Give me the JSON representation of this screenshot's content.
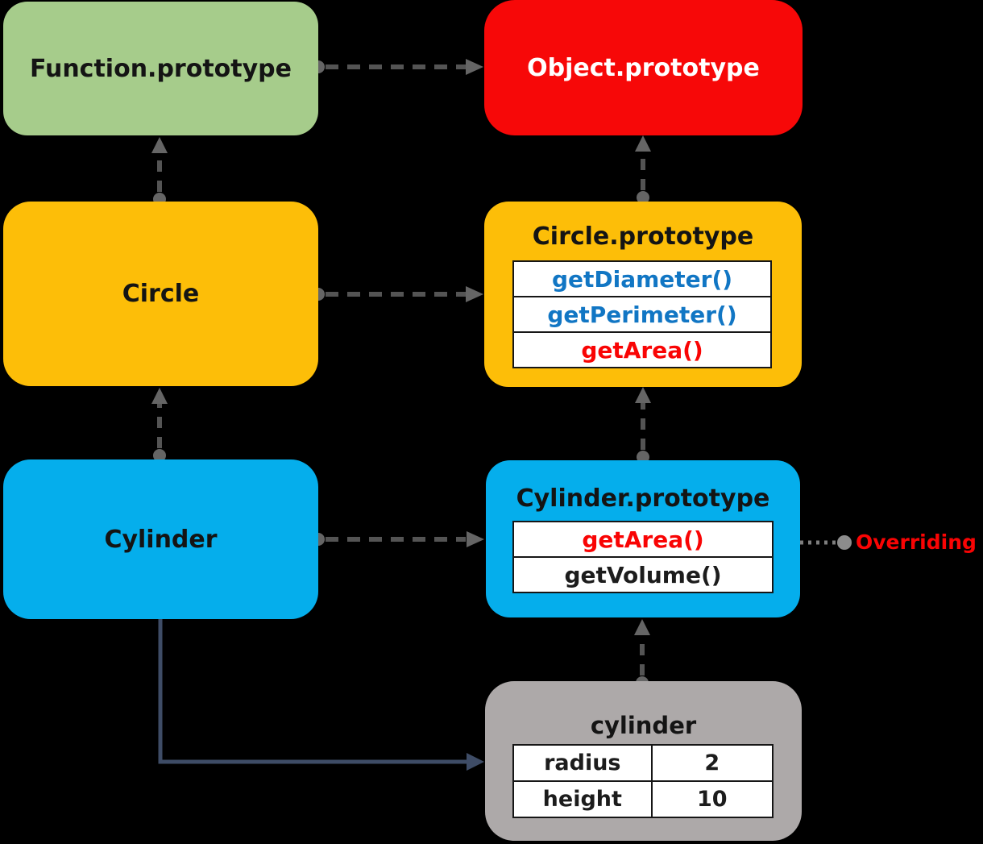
{
  "colors": {
    "canvas_bg": "#000000",
    "green_box": "#A6CC8B",
    "red_box": "#F70808",
    "gold_box": "#FDBE08",
    "blue_box": "#05AEEC",
    "gray_box": "#ADA9A9",
    "method_blue_text": "#1176C4",
    "method_red_text": "#F90404",
    "arrow_dashed_gray": "#545454",
    "arrow_solid_slate": "#3E4C66"
  },
  "nodes": {
    "function_prototype": {
      "label": "Function.prototype"
    },
    "object_prototype": {
      "label": "Object.prototype"
    },
    "circle": {
      "label": "Circle"
    },
    "circle_prototype": {
      "title": "Circle.prototype",
      "methods": [
        {
          "label": "getDiameter()",
          "style": "blue"
        },
        {
          "label": "getPerimeter()",
          "style": "blue"
        },
        {
          "label": "getArea()",
          "style": "red"
        }
      ]
    },
    "cylinder": {
      "label": "Cylinder"
    },
    "cylinder_prototype": {
      "title": "Cylinder.prototype",
      "methods": [
        {
          "label": "getArea()",
          "style": "red"
        },
        {
          "label": "getVolume()",
          "style": "black"
        }
      ]
    },
    "cylinder_instance": {
      "title": "cylinder",
      "properties": [
        {
          "name": "radius",
          "value": "2"
        },
        {
          "name": "height",
          "value": "10"
        }
      ]
    }
  },
  "annotations": {
    "overriding": "Overriding"
  }
}
